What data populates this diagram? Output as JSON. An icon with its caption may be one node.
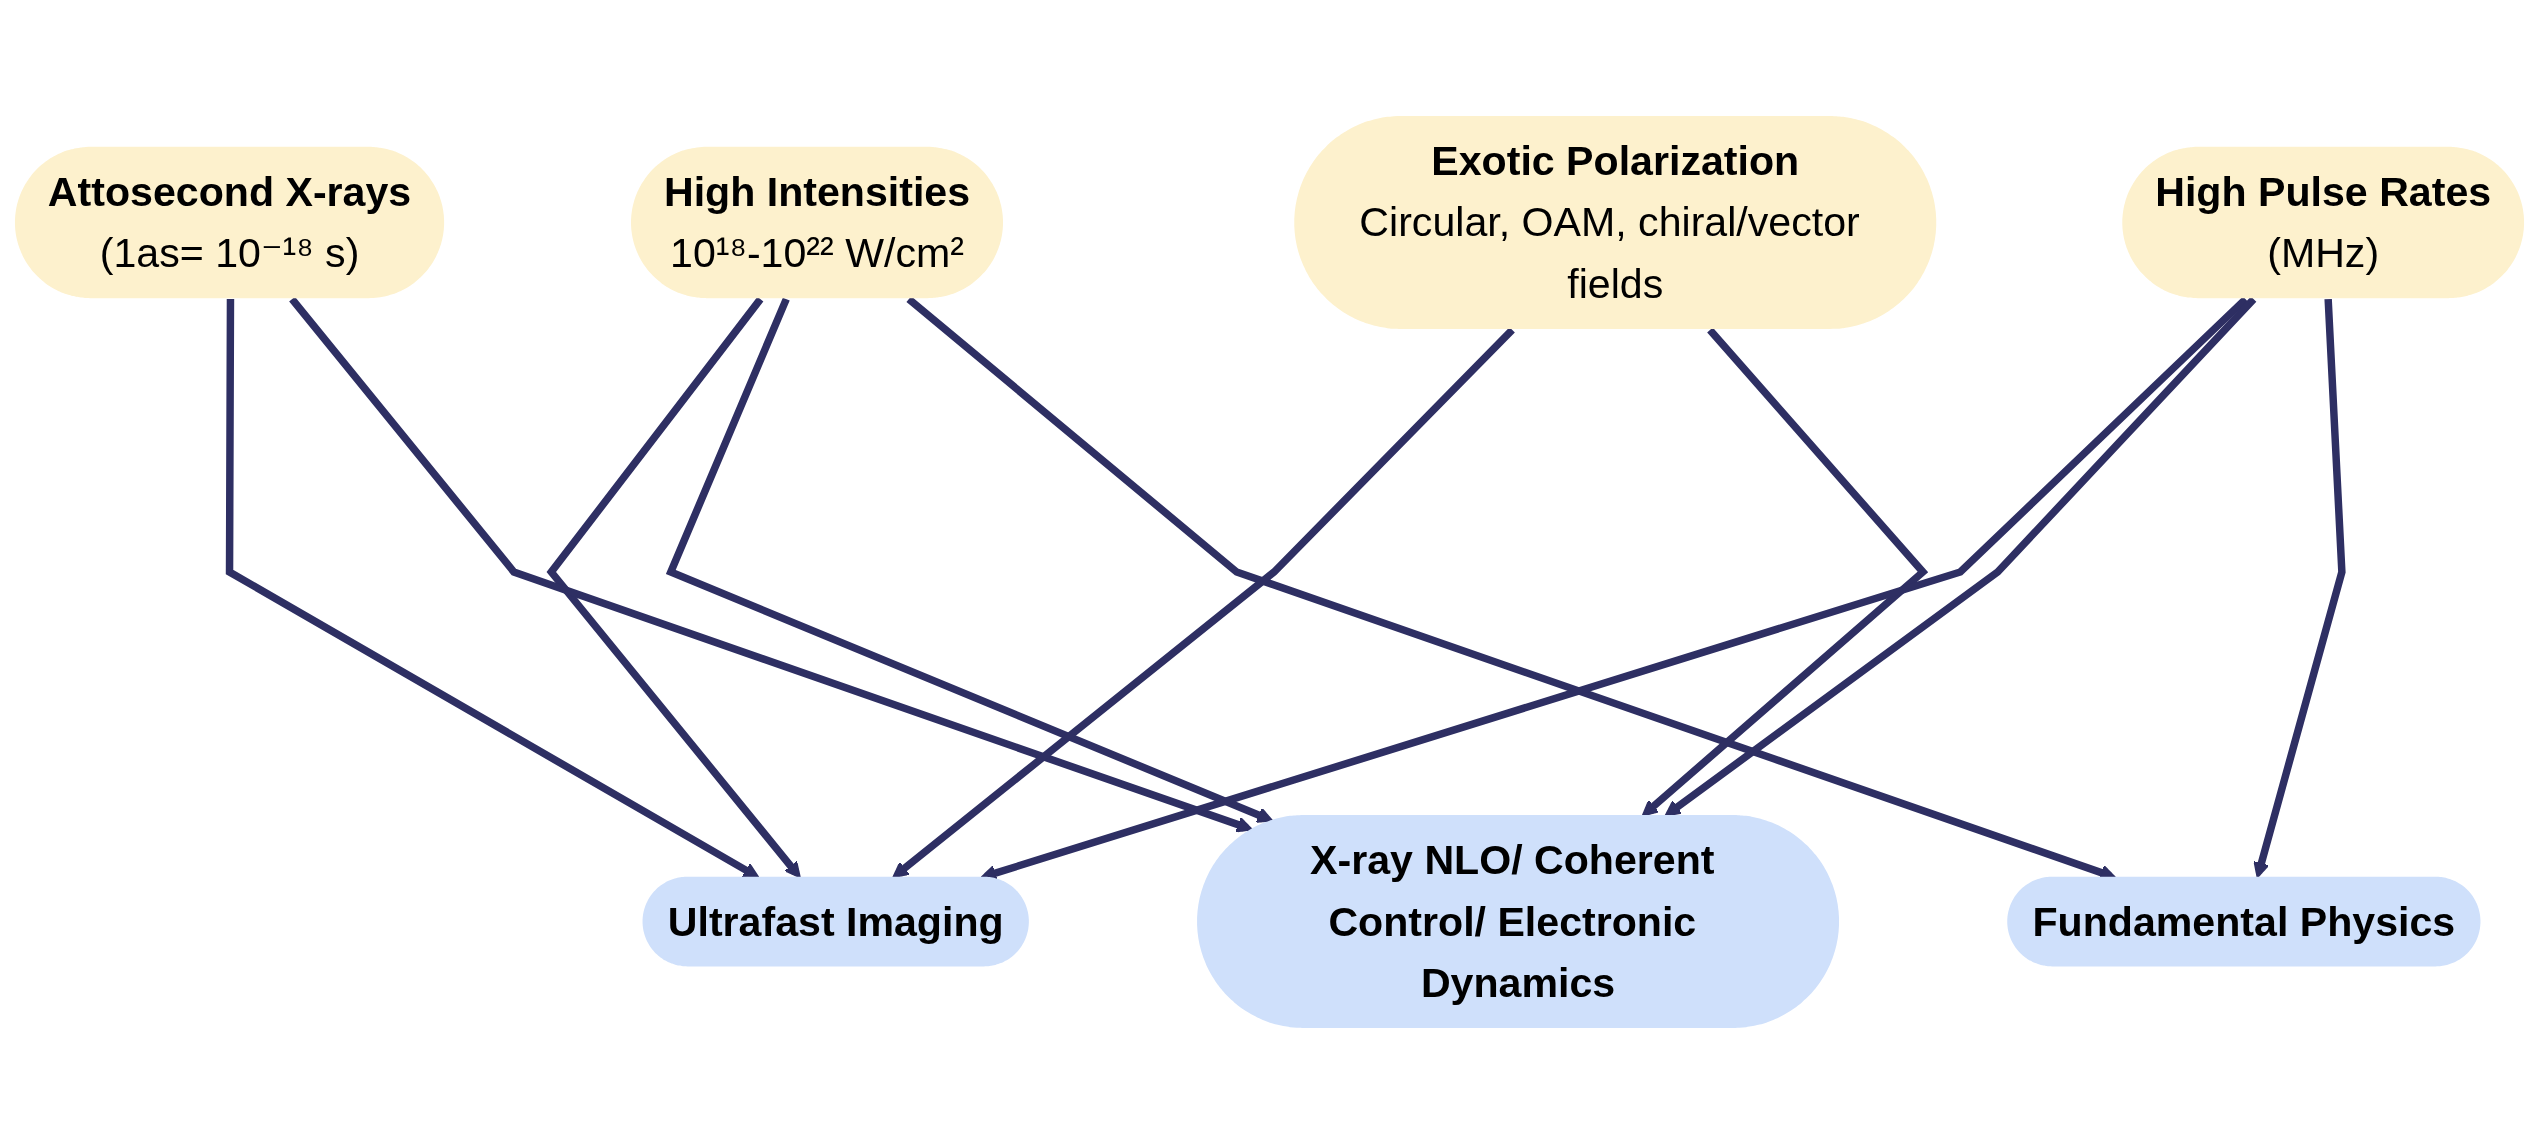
{
  "diagram": {
    "nodes": [
      {
        "text": [
          "High Intensities",
          "10¹⁸-10²² W/cm²"
        ]
      },
      {
        "text": [
          "Attosecond X-rays",
          "(1as= 10⁻¹⁸ s)"
        ]
      },
      {
        "text": [
          "Ultrafast Imaging"
        ]
      },
      {
        "text": [
          "X-ray NLO/ Coherent Control/ Electronic Dynamics"
        ]
      },
      {
        "text": [
          "Fundamental Physics"
        ]
      },
      {
        "text": [
          "Exotic Polarization",
          "Circular, OAM, chiral/vector fields"
        ]
      },
      {
        "text": [
          "High Pulse Rates",
          "(MHz)"
        ]
      }
    ],
    "edges": [
      {
        "from": 0,
        "to": 2,
        "arrow": "to"
      },
      {
        "from": 0,
        "to": 3,
        "arrow": "to"
      },
      {
        "from": 0,
        "to": 4,
        "arrow": "to"
      },
      {
        "from": 1,
        "to": 2,
        "arrow": "to"
      },
      {
        "from": 1,
        "to": 3,
        "arrow": "to"
      },
      {
        "from": 5,
        "to": 2,
        "arrow": "to"
      },
      {
        "from": 5,
        "to": 3,
        "arrow": "to"
      },
      {
        "from": 6,
        "to": 2,
        "arrow": "to"
      },
      {
        "from": 6,
        "to": 3,
        "arrow": "to"
      },
      {
        "from": 6,
        "to": 4,
        "arrow": "to"
      }
    ]
  }
}
